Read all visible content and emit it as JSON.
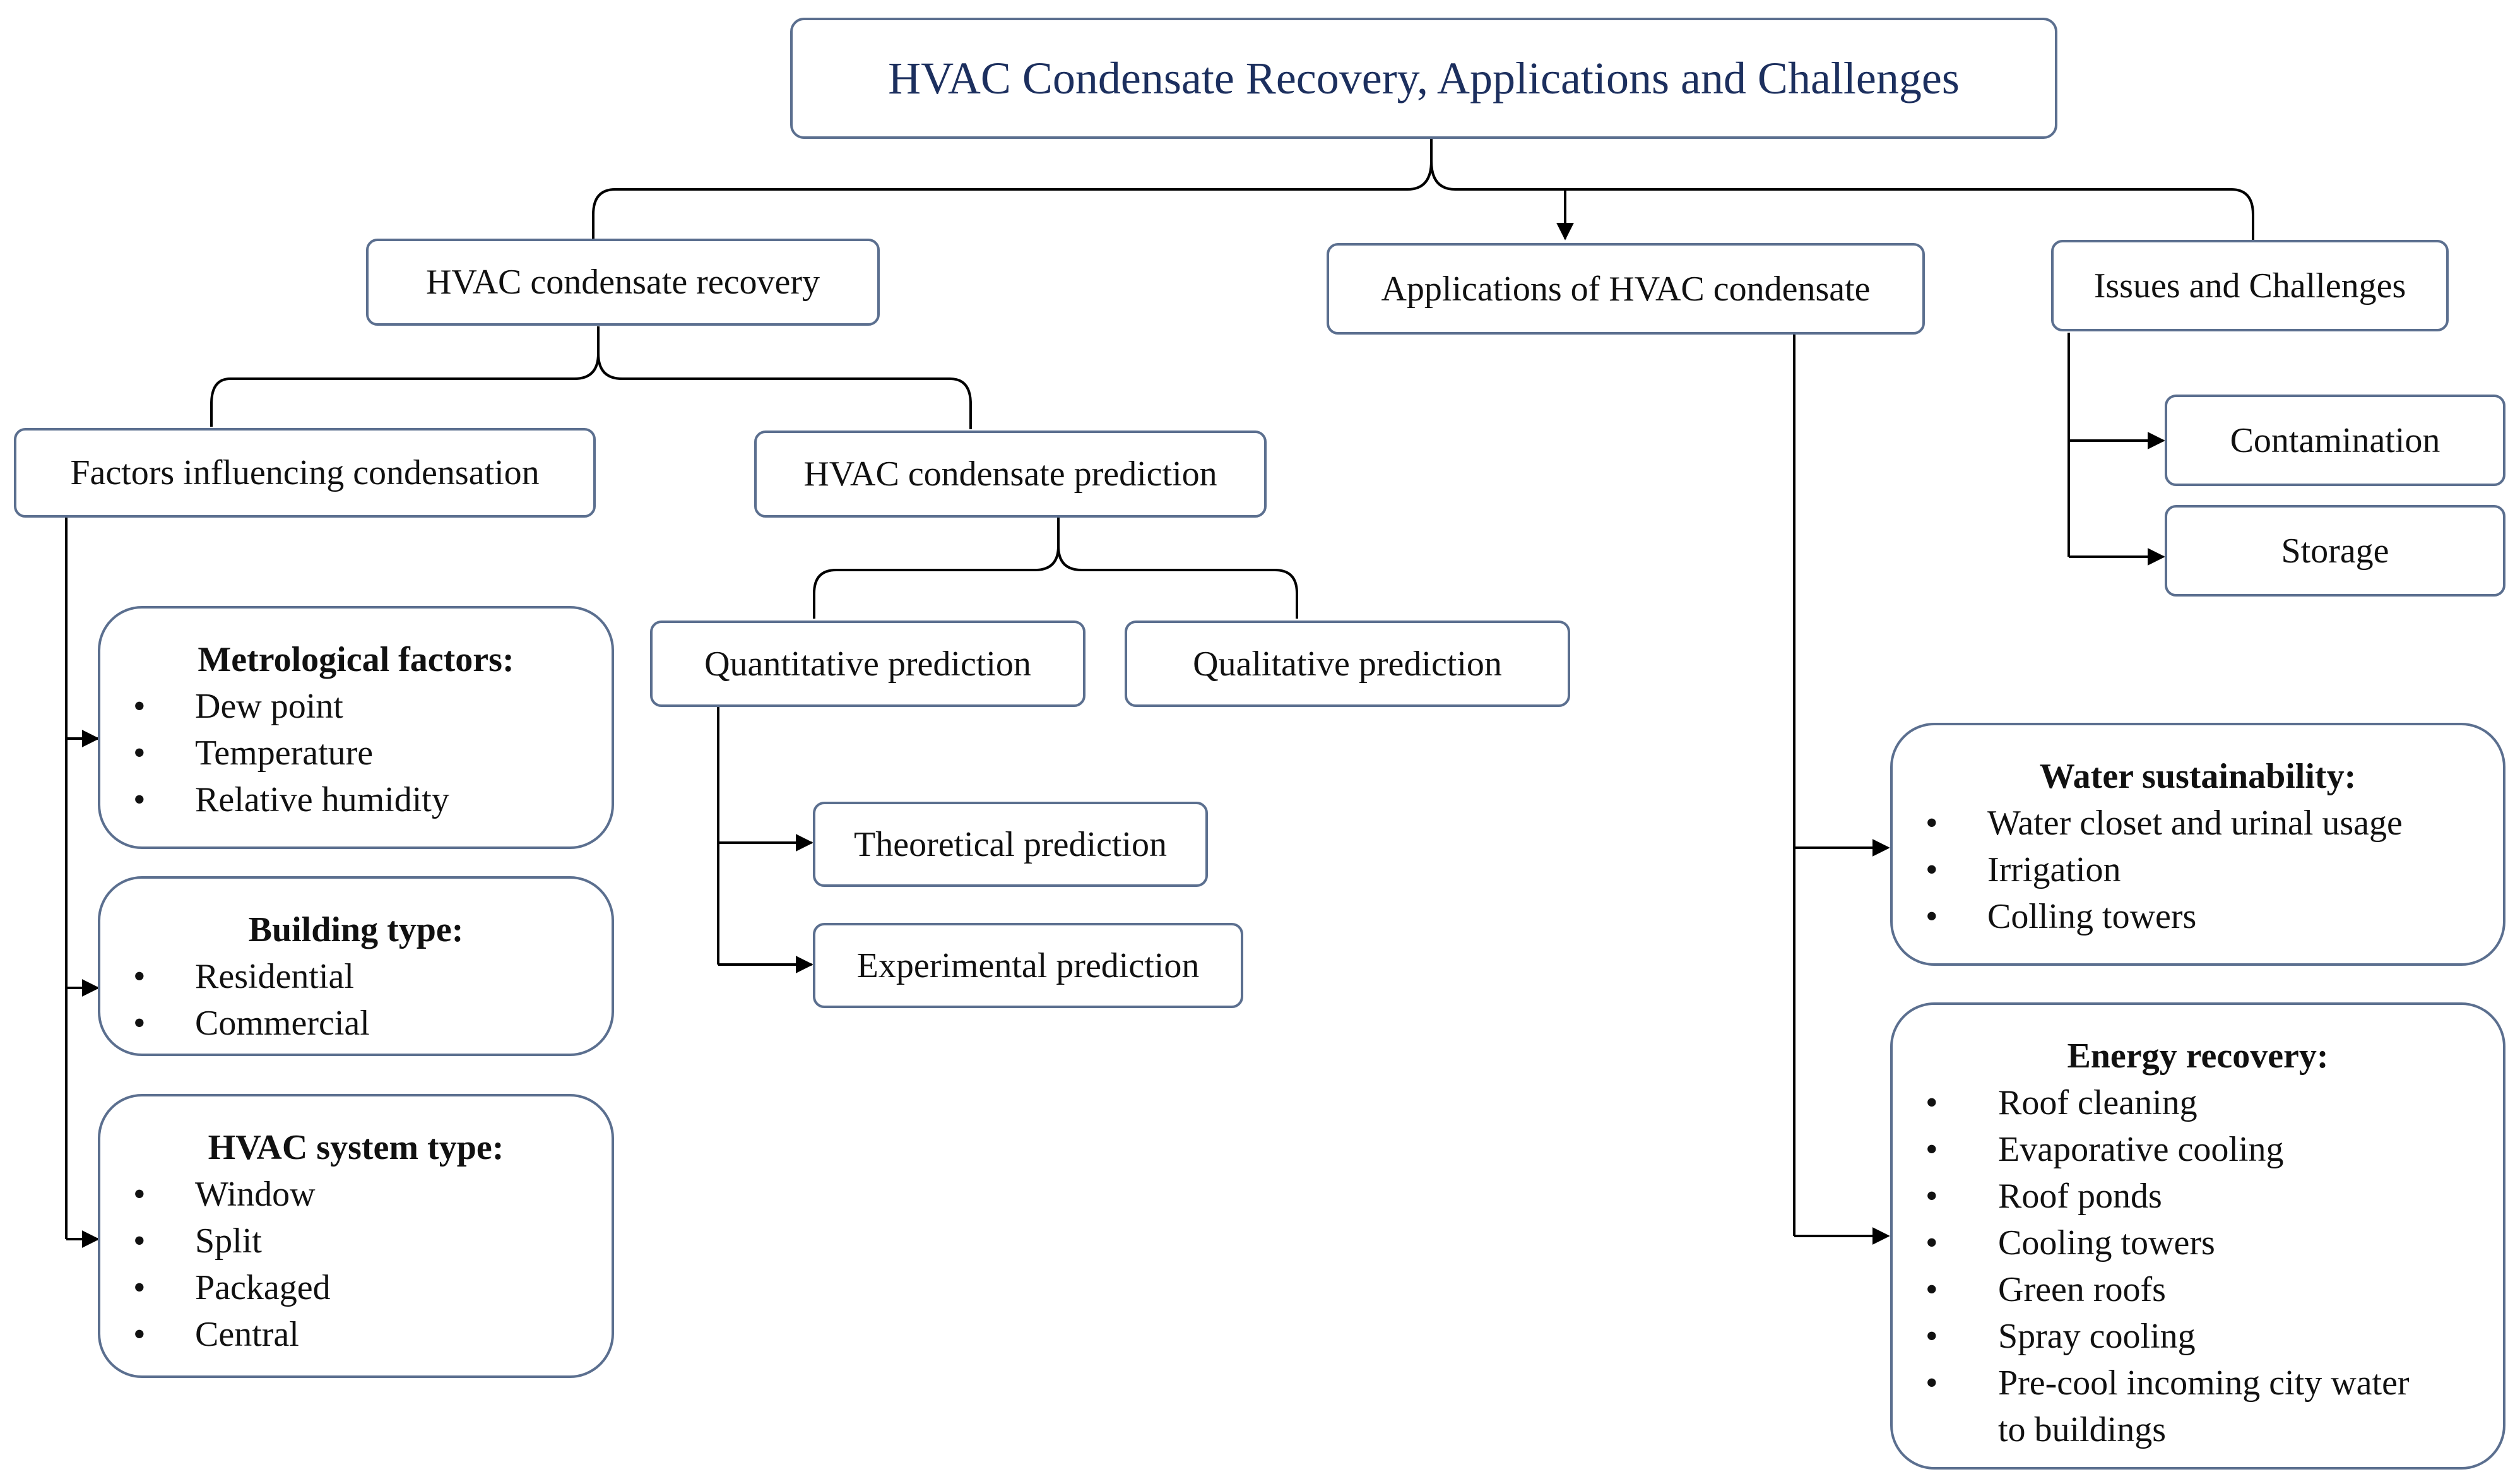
{
  "diagram": {
    "root": "HVAC  Condensate Recovery, Applications  and Challenges",
    "recovery": {
      "title": "HVAC condensate recovery",
      "factors": {
        "title": "Factors influencing  condensation",
        "metrological": {
          "heading": "Metrological factors:",
          "items": [
            "Dew point",
            "Temperature",
            "Relative  humidity"
          ]
        },
        "building": {
          "heading": "Building type:",
          "items": [
            "Residential",
            "Commercial"
          ]
        },
        "system": {
          "heading": "HVAC system type:",
          "items": [
            "Window",
            "Split",
            "Packaged",
            "Central"
          ]
        }
      },
      "prediction": {
        "title": "HVAC condensate prediction",
        "quantitative": "Quantitative  prediction",
        "qualitative": "Qualitative  prediction",
        "theoretical": "Theoretical prediction",
        "experimental": "Experimental  prediction"
      }
    },
    "applications": {
      "title": "Applications  of HVAC  condensate",
      "water": {
        "heading": "Water sustainability:",
        "items": [
          "Water closet and urinal  usage",
          "Irrigation",
          "Colling  towers"
        ]
      },
      "energy": {
        "heading": "Energy recovery:",
        "items": [
          "Roof cleaning",
          "Evaporative  cooling",
          "Roof ponds",
          "Cooling towers",
          "Green roofs",
          "Spray cooling",
          "Pre-cool incoming  city water",
          "to buildings"
        ]
      }
    },
    "issues": {
      "title": "Issues and Challenges",
      "contamination": "Contamination",
      "storage": "Storage"
    }
  },
  "colors": {
    "border": "#5b6f8f",
    "title_text": "#1c2f5e",
    "text": "#111111",
    "connector": "#000000"
  }
}
